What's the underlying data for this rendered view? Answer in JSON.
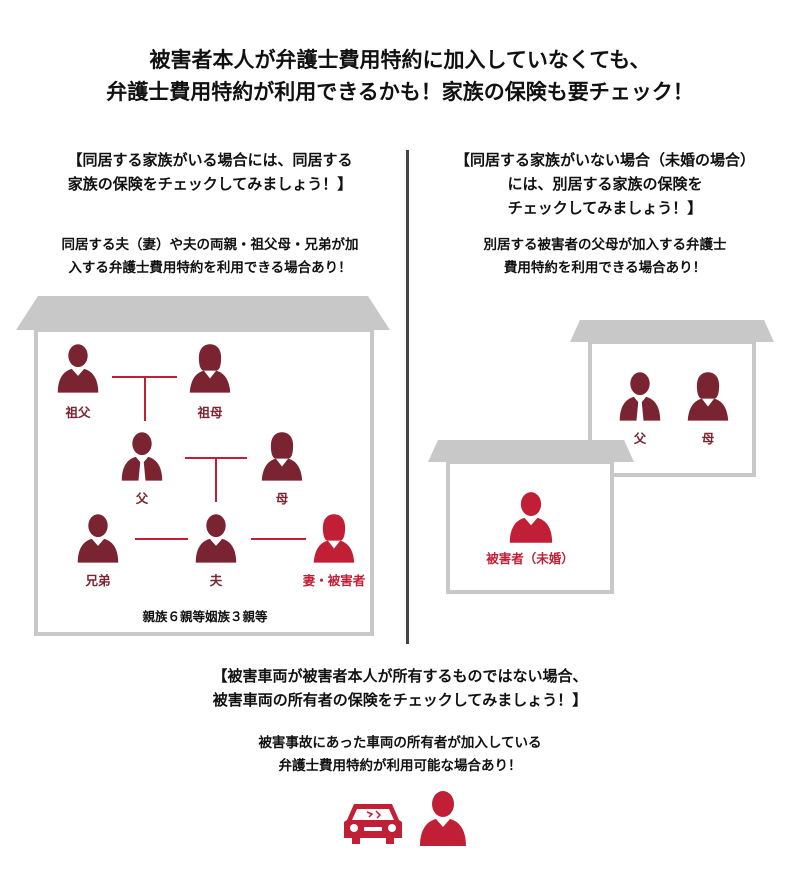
{
  "title": {
    "line1": "被害者本人が弁護士費用特約に加入していなくても、",
    "line2": "弁護士費用特約が利用できるかも！家族の保険も要チェック！"
  },
  "left": {
    "heading_line1": "【同居する家族がいる場合には、同居する",
    "heading_line2": "家族の保険をチェックしてみましょう！】",
    "sub_line1": "同居する夫（妻）や夫の両親・祖父母・兄弟が加",
    "sub_line2": "入する弁護士費用特約を利用できる場合あり！",
    "labels": {
      "grandfather": "祖父",
      "grandmother": "祖母",
      "father": "父",
      "mother": "母",
      "brother": "兄弟",
      "husband": "夫",
      "wife": "妻・被害者"
    },
    "footer": "親族６親等姻族３親等"
  },
  "right": {
    "heading_line1": "【同居する家族がいない場合（未婚の場合）",
    "heading_line2": "には、別居する家族の保険を",
    "heading_line3": "チェックしてみましょう！】",
    "sub_line1": "別居する被害者の父母が加入する弁護士",
    "sub_line2": "費用特約を利用できる場合あり！",
    "labels": {
      "father": "父",
      "mother": "母",
      "victim": "被害者（未婚）"
    }
  },
  "bottom": {
    "heading_line1": "【被害車両が被害者本人が所有するものではない場合、",
    "heading_line2": "被害車両の所有者の保険をチェックしてみましょう！】",
    "sub_line1": "被害事故にあった車両の所有者が加入している",
    "sub_line2": "弁護士費用特約が利用可能な場合あり！"
  },
  "colors": {
    "dark_red": "#7a2331",
    "accent_red": "#c01f36",
    "house_gray": "#c8c8c8",
    "divider": "#444444"
  },
  "icons": [
    "man-icon",
    "woman-icon",
    "car-icon"
  ]
}
